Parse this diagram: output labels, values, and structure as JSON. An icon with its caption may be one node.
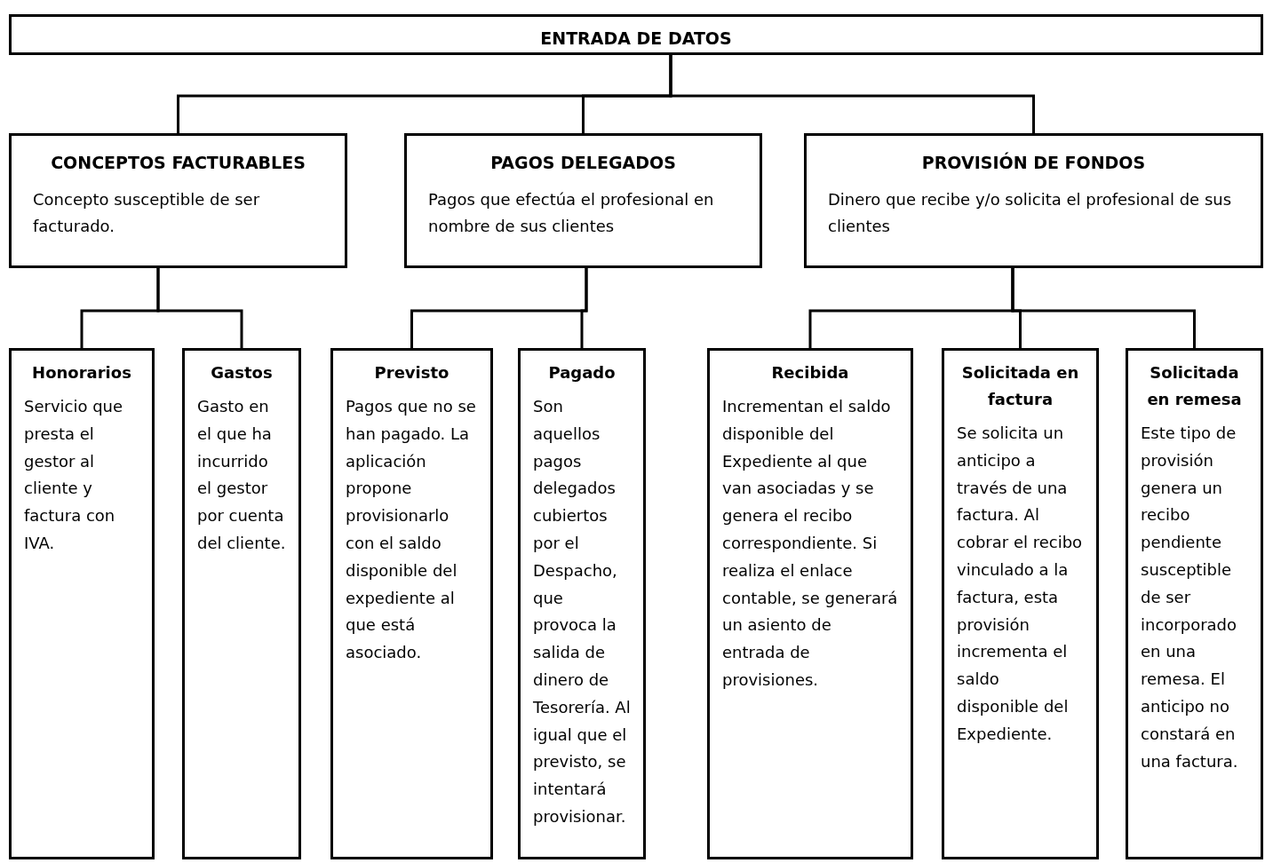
{
  "diagram": {
    "nodes": [
      {
        "text": [
          "ENTRADA DE DATOS"
        ]
      },
      {
        "text": [
          "CONCEPTOS FACTURABLES",
          "Concepto susceptible de ser facturado."
        ]
      },
      {
        "text": [
          "PAGOS DELEGADOS",
          "Pagos que efectúa el profesional en nombre de sus clientes"
        ]
      },
      {
        "text": [
          "PROVISIÓN DE FONDOS",
          "Dinero que recibe y/o solicita el profesional de sus clientes"
        ]
      },
      {
        "text": [
          "Honorarios",
          "Servicio que presta el gestor al cliente y factura con IVA."
        ]
      },
      {
        "text": [
          "Gastos",
          "Gasto en el que ha incurrido el gestor por cuenta del cliente."
        ]
      },
      {
        "text": [
          "Previsto",
          "Pagos que no se han pagado. La aplicación propone provisionarlo con el saldo disponible del expediente al que está asociado."
        ]
      },
      {
        "text": [
          "Pagado",
          "Son aquellos pagos delegados cubiertos por el Despacho, que provoca la salida de dinero de Tesorería. Al igual que el previsto, se intentará provisionar."
        ]
      },
      {
        "text": [
          "Recibida",
          "Incrementan el saldo disponible del Expediente al que van asociadas y se genera el recibo correspondiente. Si realiza el enlace contable, se generará un asiento de entrada de provisiones."
        ]
      },
      {
        "text": [
          "Solicitada en factura",
          "Se solicita un anticipo a través de una factura. Al cobrar el recibo vinculado a la factura, esta provisión incrementa el saldo disponible del Expediente."
        ]
      },
      {
        "text": [
          "Solicitada en remesa",
          "Este tipo de provisión genera un recibo pendiente susceptible de ser incorporado en una remesa. El anticipo no constará en una factura."
        ]
      }
    ],
    "edges": [
      {
        "from": 0,
        "to": 1,
        "arrow": "none"
      },
      {
        "from": 0,
        "to": 2,
        "arrow": "none"
      },
      {
        "from": 0,
        "to": 3,
        "arrow": "none"
      },
      {
        "from": 1,
        "to": 4,
        "arrow": "none"
      },
      {
        "from": 1,
        "to": 5,
        "arrow": "none"
      },
      {
        "from": 2,
        "to": 6,
        "arrow": "none"
      },
      {
        "from": 2,
        "to": 7,
        "arrow": "none"
      },
      {
        "from": 3,
        "to": 8,
        "arrow": "none"
      },
      {
        "from": 3,
        "to": 9,
        "arrow": "none"
      },
      {
        "from": 3,
        "to": 10,
        "arrow": "none"
      }
    ]
  }
}
